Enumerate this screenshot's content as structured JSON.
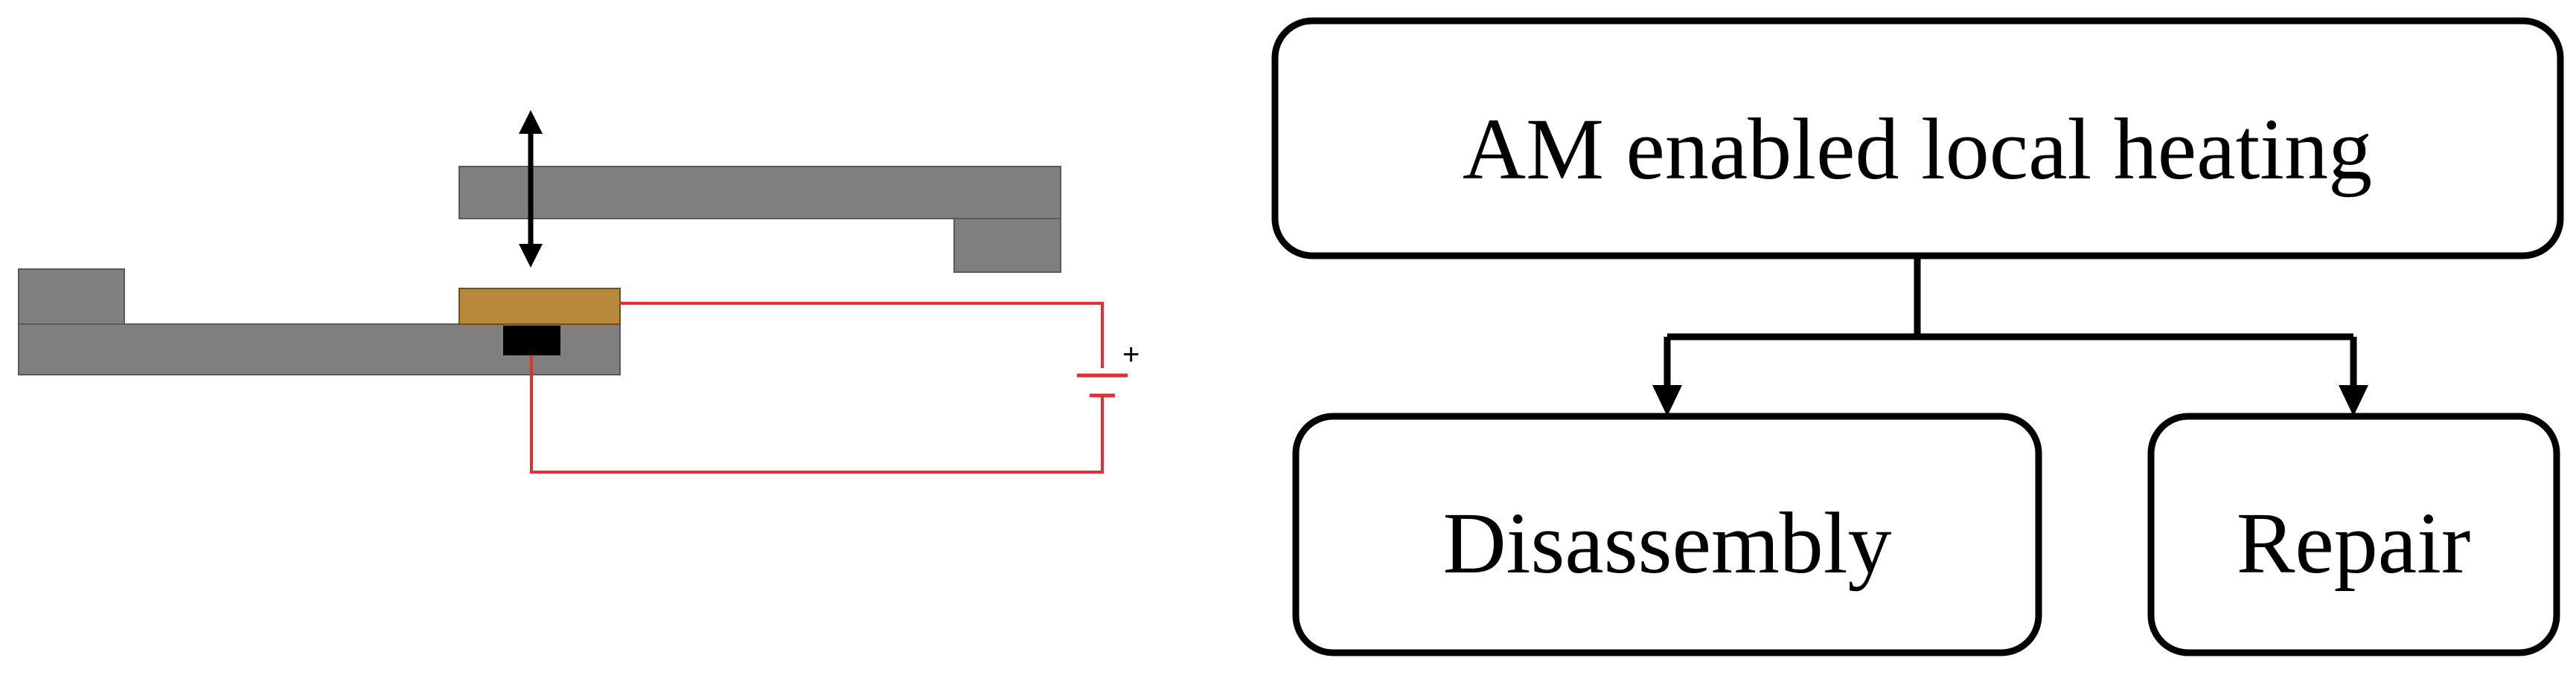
{
  "colors": {
    "plate": "#7f7f7f",
    "plate_edge": "#5a5a5a",
    "heater": "#b8893a",
    "heater_edge": "#6b5020",
    "contact": "#000000",
    "wire": "#e03030",
    "box_stroke": "#000000",
    "arrow": "#000000"
  },
  "schematic": {
    "battery_polarity": "+",
    "motion_arrow": "double-arrow-vertical"
  },
  "flowchart": {
    "root": "AM enabled local heating",
    "children": [
      "Disassembly",
      "Repair"
    ]
  }
}
